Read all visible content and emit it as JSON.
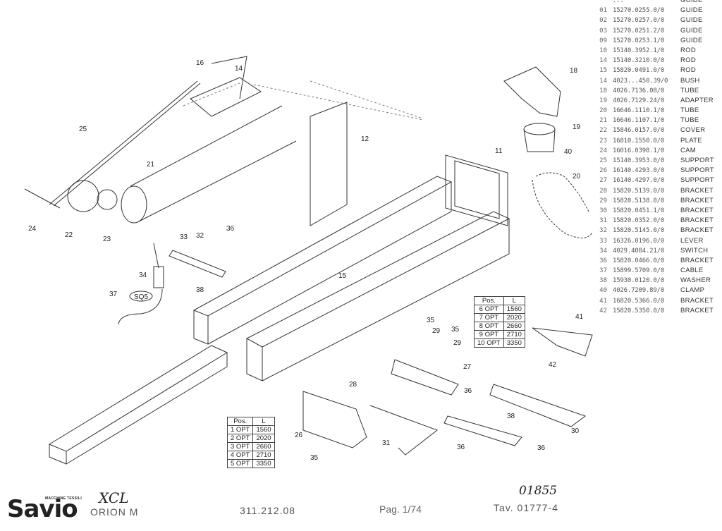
{
  "parts_list": [
    {
      "pos": "",
      "code": "...",
      "desc": "GUIDE"
    },
    {
      "pos": "01",
      "code": "15270.0255.0/0",
      "desc": "GUIDE"
    },
    {
      "pos": "02",
      "code": "15270.0257.0/0",
      "desc": "GUIDE"
    },
    {
      "pos": "03",
      "code": "15270.0251.2/0",
      "desc": "GUIDE"
    },
    {
      "pos": "09",
      "code": "15270.0253.1/0",
      "desc": "GUIDE"
    },
    {
      "pos": "10",
      "code": "15140.3952.1/0",
      "desc": "ROD"
    },
    {
      "pos": "14",
      "code": "15140.3210.0/0",
      "desc": "ROD"
    },
    {
      "pos": "15",
      "code": "15820.0491.0/0",
      "desc": "ROD"
    },
    {
      "pos": "14",
      "code": "4023...450.39/0",
      "desc": "BUSH"
    },
    {
      "pos": "18",
      "code": "4026.7136.08/0",
      "desc": "TUBE"
    },
    {
      "pos": "19",
      "code": "4026.7129.24/0",
      "desc": "ADAPTER"
    },
    {
      "pos": "20",
      "code": "16646.1110.1/0",
      "desc": "TUBE"
    },
    {
      "pos": "21",
      "code": "16646.1107.1/0",
      "desc": "TUBE"
    },
    {
      "pos": "22",
      "code": "15846.0157.0/0",
      "desc": "COVER"
    },
    {
      "pos": "23",
      "code": "16810.1550.0/0",
      "desc": "PLATE"
    },
    {
      "pos": "24",
      "code": "16016.0398.1/0",
      "desc": "CAM"
    },
    {
      "pos": "25",
      "code": "15140.3953.0/0",
      "desc": "SUPPORT"
    },
    {
      "pos": "26",
      "code": "16140.4293.0/0",
      "desc": "SUPPORT"
    },
    {
      "pos": "27",
      "code": "16140.4297.0/0",
      "desc": "SUPPORT"
    },
    {
      "pos": "28",
      "code": "15820.5139.0/0",
      "desc": "BRACKET"
    },
    {
      "pos": "29",
      "code": "15820.5138.0/0",
      "desc": "BRACKET"
    },
    {
      "pos": "30",
      "code": "15820.0451.1/0",
      "desc": "BRACKET"
    },
    {
      "pos": "31",
      "code": "15820.0352.0/0",
      "desc": "BRACKET"
    },
    {
      "pos": "32",
      "code": "15820.5145.0/0",
      "desc": "BRACKET"
    },
    {
      "pos": "33",
      "code": "16326.0196.0/0",
      "desc": "LEVER"
    },
    {
      "pos": "34",
      "code": "4029.4084.21/0",
      "desc": "SWITCH"
    },
    {
      "pos": "36",
      "code": "15820.0466.0/0",
      "desc": "BRACKET"
    },
    {
      "pos": "37",
      "code": "15899.5709.0/0",
      "desc": "CABLE"
    },
    {
      "pos": "38",
      "code": "15930.0120.0/0",
      "desc": "WASHER"
    },
    {
      "pos": "40",
      "code": "4026.7209.89/0",
      "desc": "CLAMP"
    },
    {
      "pos": "41",
      "code": "16820.5366.0/0",
      "desc": "BRACKET"
    },
    {
      "pos": "42",
      "code": "15820.5350.0/0",
      "desc": "BRACKET"
    }
  ],
  "callouts": [
    "16",
    "14",
    "18",
    "19",
    "40",
    "20",
    "11",
    "12",
    "25",
    "21",
    "22",
    "23",
    "24",
    "33",
    "32",
    "36",
    "34",
    "38",
    "37",
    "15",
    "35",
    "29",
    "35",
    "29",
    "27",
    "41",
    "28",
    "26",
    "35",
    "36",
    "42",
    "31",
    "36",
    "38",
    "30",
    "36"
  ],
  "sq_label": "SQ5",
  "option_table_a": {
    "headers": [
      "Pos.",
      "L"
    ],
    "rows": [
      [
        "1 OPT",
        "1560"
      ],
      [
        "2 OPT",
        "2020"
      ],
      [
        "3 OPT",
        "2660"
      ],
      [
        "4 OPT",
        "2710"
      ],
      [
        "5 OPT",
        "3350"
      ]
    ]
  },
  "option_table_b": {
    "headers": [
      "Pos.",
      "L"
    ],
    "rows": [
      [
        "6 OPT",
        "1560"
      ],
      [
        "7 OPT",
        "2020"
      ],
      [
        "8 OPT",
        "2660"
      ],
      [
        "9 OPT",
        "2710"
      ],
      [
        "10 OPT",
        "3350"
      ]
    ]
  },
  "footer": {
    "logo": "Savio",
    "logo_sub": "MACCHINE TESSILI",
    "handwritten_model": "XCL",
    "model": "ORION M",
    "drawing_number": "311.212.08",
    "page": "Pag. 1/74",
    "handwritten_number": "01855",
    "table": "Tav. 01777-4"
  }
}
